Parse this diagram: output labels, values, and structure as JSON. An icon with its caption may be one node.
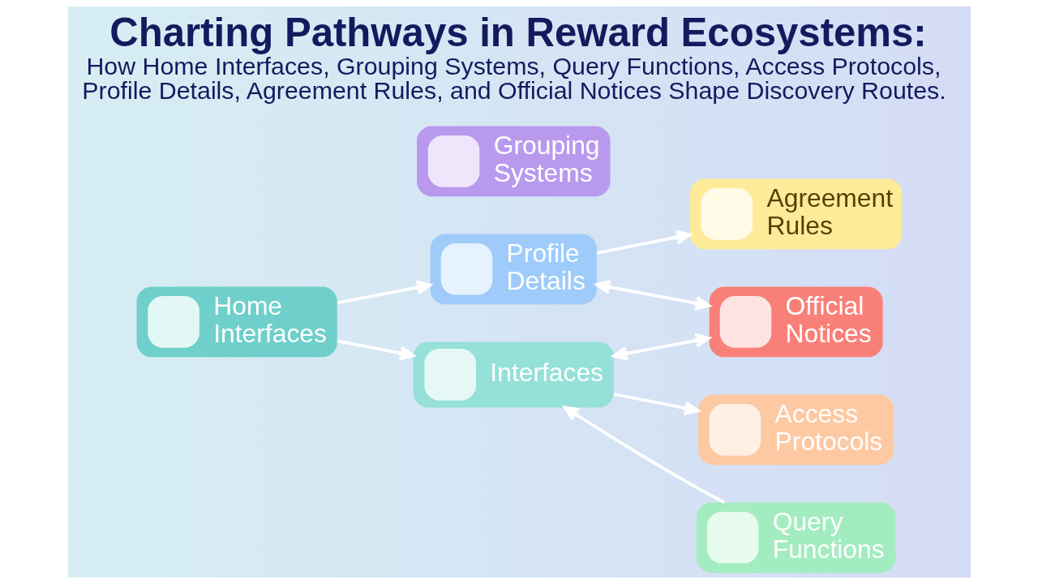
{
  "diagram": {
    "title": "Charting Pathways in Reward Ecosystems:",
    "caption": "How Home Interfaces, Grouping Systems, Query Functions, Access Protocols, Profile Details, Agreement Rules, and Official Notices Shape Discovery Routes.",
    "nodes": [
      {
        "text": [
          "Home Interfaces"
        ]
      },
      {
        "text": [
          "Profile Details"
        ]
      },
      {
        "text": [
          "Grouping Systems"
        ]
      },
      {
        "text": [
          "Interfaces"
        ]
      },
      {
        "text": [
          "Agreement Rules"
        ]
      },
      {
        "text": [
          "Query Functions"
        ]
      },
      {
        "text": [
          "Access Protocols"
        ]
      },
      {
        "text": [
          "Official Notices"
        ]
      }
    ],
    "edges": [
      {
        "from": 0,
        "to": 1,
        "arrow": "to"
      },
      {
        "from": 0,
        "to": 3,
        "arrow": "to"
      },
      {
        "from": 1,
        "to": 4,
        "arrow": "to"
      },
      {
        "from": 1,
        "to": 7,
        "arrow": "both"
      },
      {
        "from": 5,
        "to": 3,
        "arrow": "to"
      },
      {
        "from": 3,
        "to": 6,
        "arrow": "to"
      },
      {
        "from": 3,
        "to": 7,
        "arrow": "both"
      }
    ]
  }
}
